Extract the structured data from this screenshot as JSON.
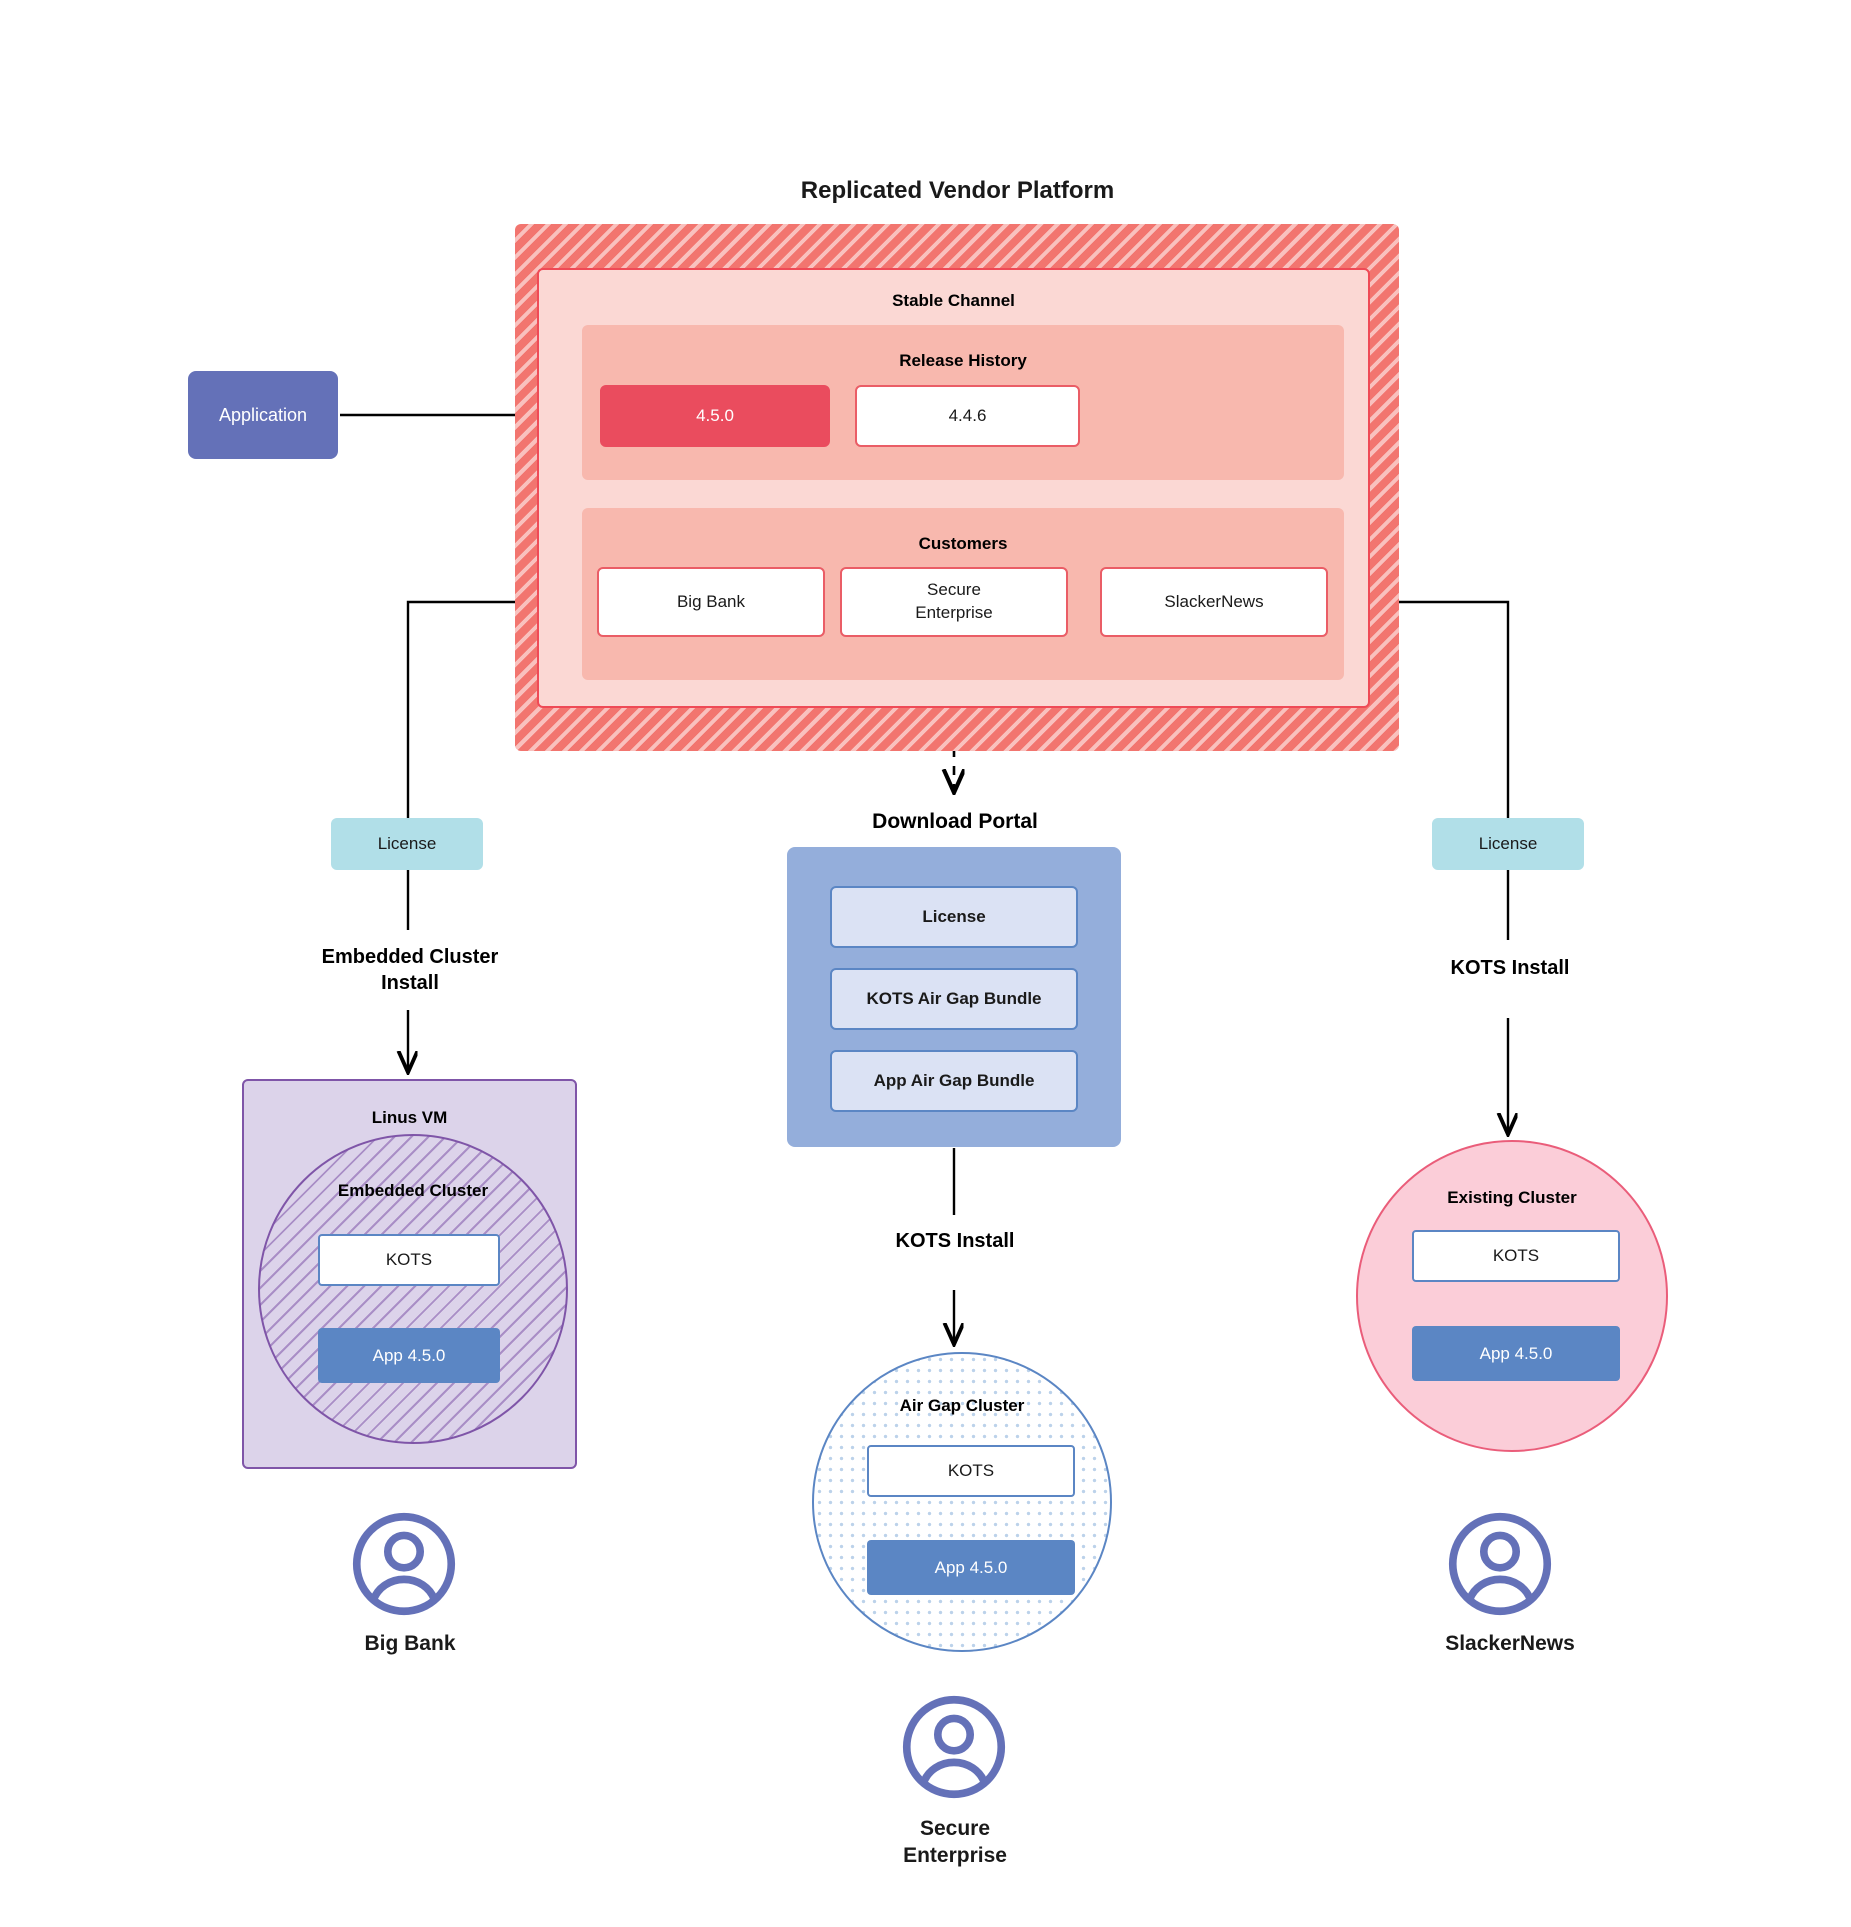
{
  "diagram": {
    "title": "Replicated Vendor Platform",
    "application_node": {
      "label": "Application"
    },
    "stable_channel": {
      "label": "Stable Channel",
      "release_history": {
        "label": "Release History",
        "releases": [
          {
            "version": "4.5.0",
            "state": "current"
          },
          {
            "version": "4.4.6",
            "state": "previous"
          }
        ]
      },
      "customers": {
        "label": "Customers",
        "items": [
          {
            "name": "Big Bank"
          },
          {
            "name": "Secure\nEnterprise"
          },
          {
            "name": "SlackerNews"
          }
        ]
      }
    },
    "license_chips": [
      {
        "label": "License",
        "side": "left"
      },
      {
        "label": "License",
        "side": "right"
      }
    ],
    "edge_labels": {
      "embedded_cluster_install": "Embedded Cluster\nInstall",
      "kots_install_right": "KOTS Install",
      "kots_install_center": "KOTS Install"
    },
    "download_portal": {
      "title": "Download  Portal",
      "items": [
        {
          "label": "License"
        },
        {
          "label": "KOTS Air Gap Bundle"
        },
        {
          "label": "App Air Gap Bundle"
        }
      ]
    },
    "targets": {
      "left": {
        "vm_label": "Linus VM",
        "cluster_label": "Embedded Cluster",
        "kots_label": "KOTS",
        "app_label": "App 4.5.0"
      },
      "center": {
        "cluster_label": "Air Gap Cluster",
        "kots_label": "KOTS",
        "app_label": "App 4.5.0"
      },
      "right": {
        "cluster_label": "Existing Cluster",
        "kots_label": "KOTS",
        "app_label": "App 4.5.0"
      }
    },
    "personas": [
      {
        "name": "Big Bank",
        "icon": "user-avatar-icon"
      },
      {
        "name": "Secure\nEnterprise",
        "icon": "user-avatar-icon"
      },
      {
        "name": "SlackerNews",
        "icon": "user-avatar-icon"
      }
    ],
    "colors": {
      "platform_hatch": "#f2756f",
      "channel_bg": "#fbd8d4",
      "channel_border": "#ef4a56",
      "section_bg": "#f8b8ae",
      "release_current": "#ea4c5e",
      "application": "#6471b8",
      "license_chip": "#b1dfe8",
      "portal_bg": "#94aedb",
      "portal_item": "#dbe2f4",
      "app_box": "#5b86c4",
      "vm_bg": "#dcd3ea",
      "vm_border": "#7f55a8",
      "existing_cluster": "#fbcdd8",
      "existing_cluster_border": "#ea5d7a",
      "avatar": "#6471b8"
    }
  }
}
